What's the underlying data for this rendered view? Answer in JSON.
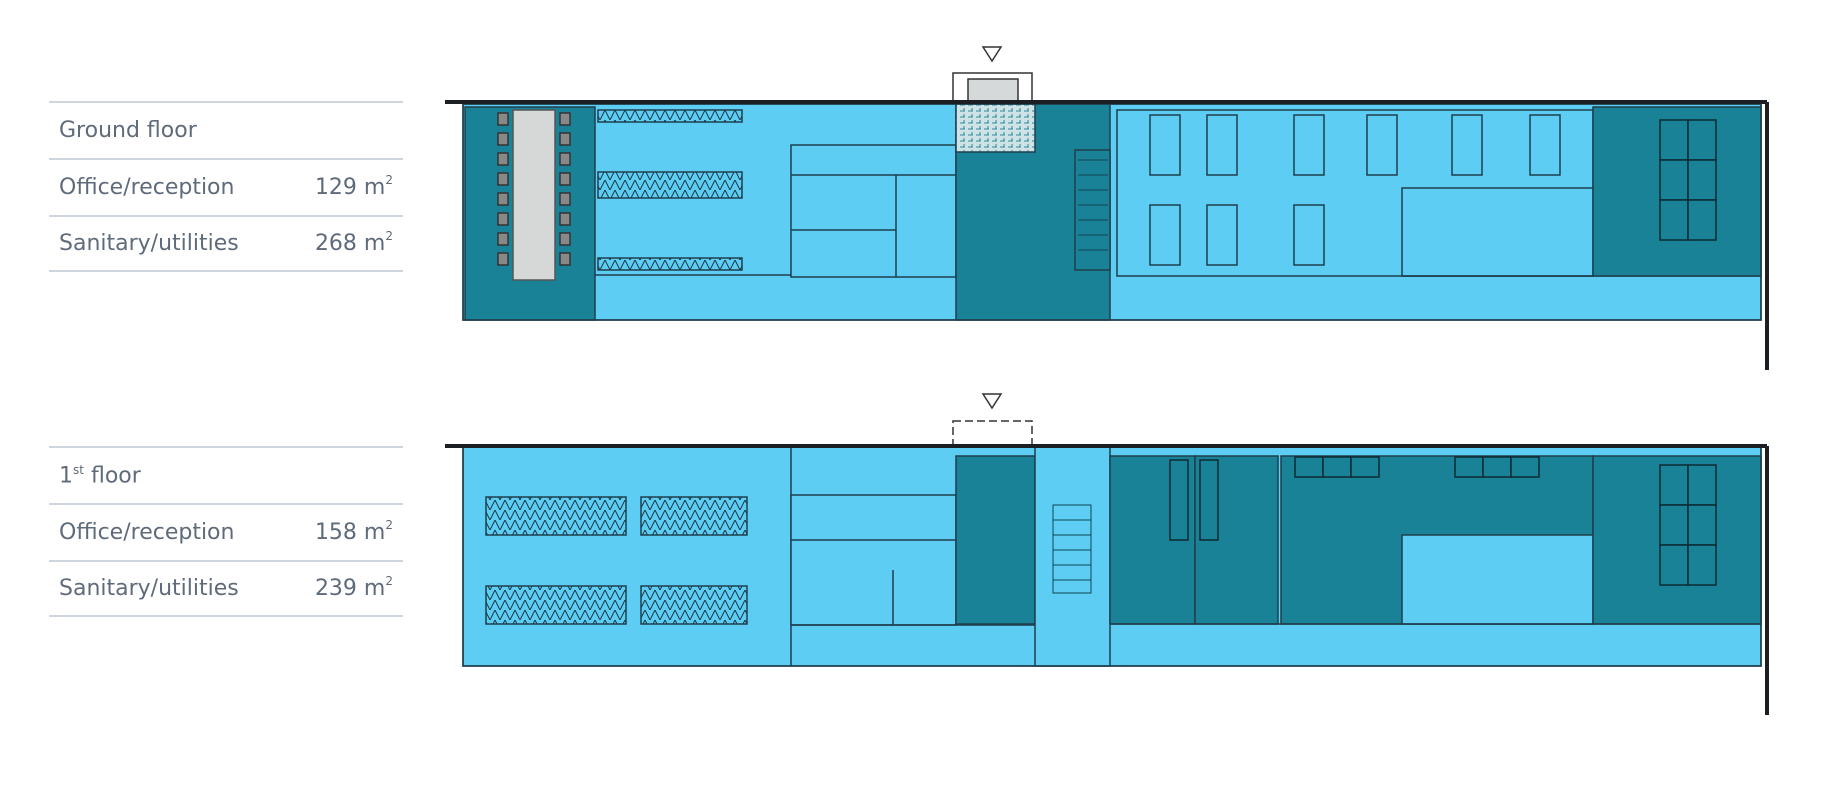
{
  "floors": [
    {
      "title": "Ground floor",
      "rows": [
        {
          "label": "Office/reception",
          "value": "129 m",
          "unit_sup": "2"
        },
        {
          "label": "Sanitary/utilities",
          "value": "268 m",
          "unit_sup": "2"
        }
      ]
    },
    {
      "title_main": "1",
      "title_sup": "st",
      "title_rest": " floor",
      "rows": [
        {
          "label": "Office/reception",
          "value": "158 m",
          "unit_sup": "2"
        },
        {
          "label": "Sanitary/utilities",
          "value": "239 m",
          "unit_sup": "2"
        }
      ]
    }
  ],
  "colors": {
    "light_area": "#5ecdf3",
    "dark_area": "#1a8296",
    "wall": "#1b1f24",
    "legend_text": "#5f6b7a"
  }
}
